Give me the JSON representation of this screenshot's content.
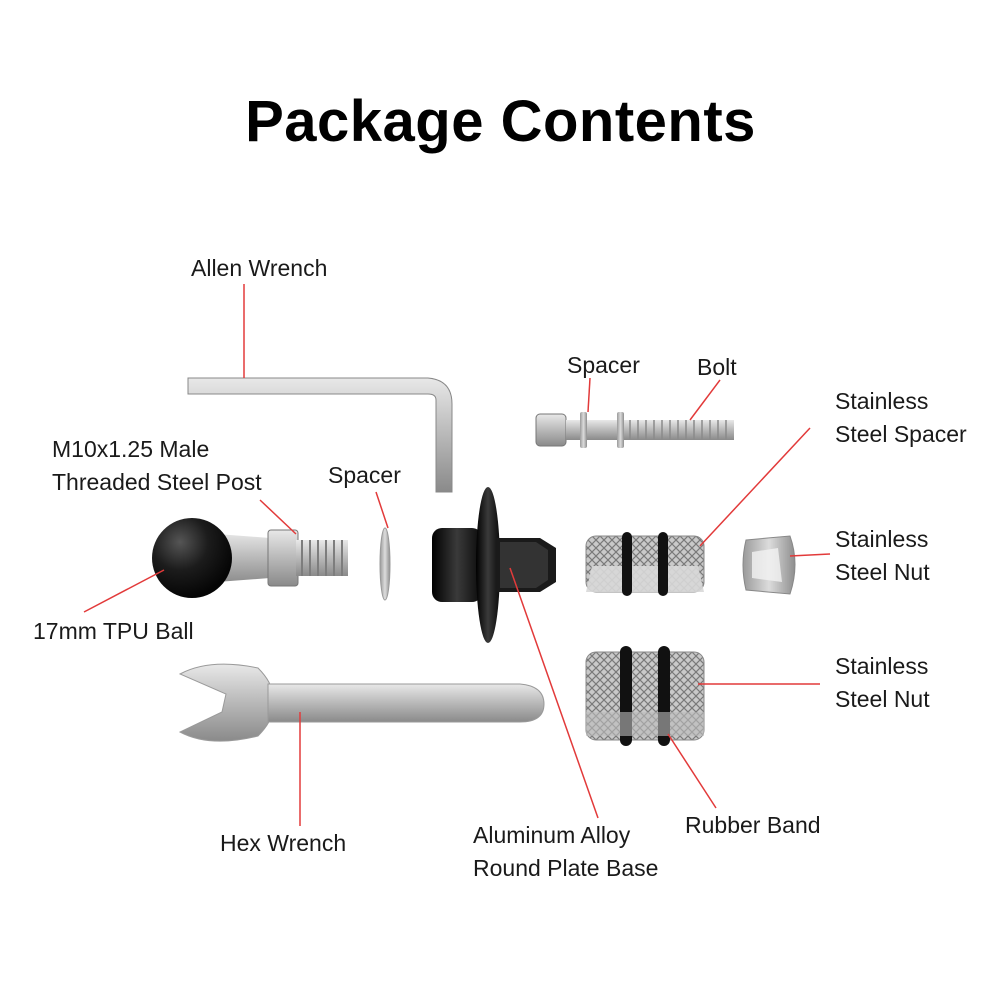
{
  "title": "Package Contents",
  "labels": {
    "allen_wrench": "Allen Wrench",
    "spacer_top": "Spacer",
    "bolt": "Bolt",
    "stainless_steel_spacer_1": "Stainless",
    "stainless_steel_spacer_2": "Steel Spacer",
    "threaded_post_1": "M10x1.25 Male",
    "threaded_post_2": "Threaded Steel Post",
    "spacer_mid": "Spacer",
    "stainless_steel_nut_a_1": "Stainless",
    "stainless_steel_nut_a_2": "Steel Nut",
    "tpu_ball": "17mm TPU Ball",
    "stainless_steel_nut_b_1": "Stainless",
    "stainless_steel_nut_b_2": "Steel Nut",
    "hex_wrench": "Hex Wrench",
    "plate_base_1": "Aluminum Alloy",
    "plate_base_2": "Round Plate Base",
    "rubber_band": "Rubber Band"
  },
  "colors": {
    "leader_line": "#e23a3a",
    "metal": "#b8b8b8",
    "dark": "#141414"
  }
}
